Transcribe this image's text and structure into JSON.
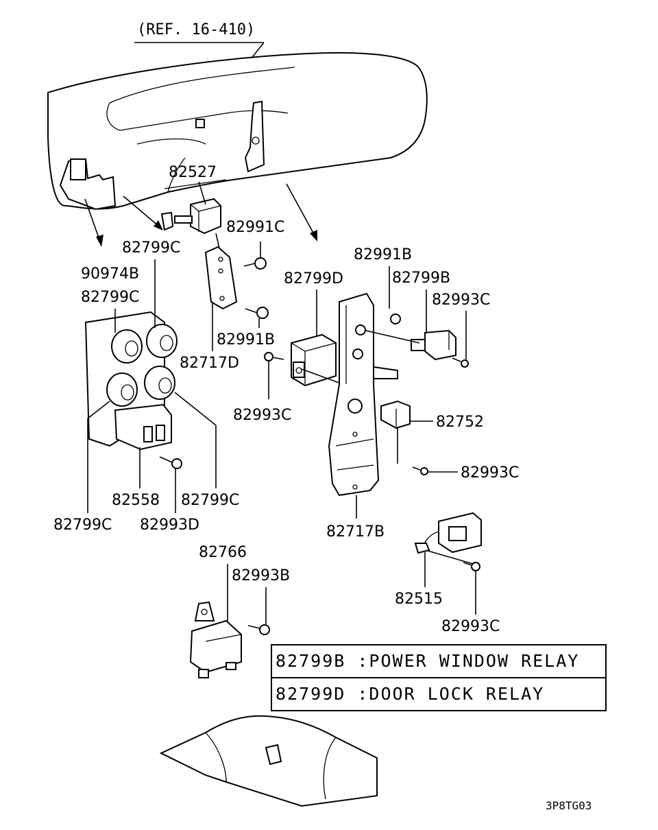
{
  "reference": "(REF. 16-410)",
  "part_numbers": {
    "p82527": "82527",
    "p82991C": "82991C",
    "p82799C_top": "82799C",
    "p90974B": "90974B",
    "p82799C_second": "82799C",
    "p82991B_left": "82991B",
    "p82717D": "82717D",
    "p82799D": "82799D",
    "p82991B_right": "82991B",
    "p82799B": "82799B",
    "p82993C_right": "82993C",
    "p82993C_mid": "82993C",
    "p82752": "82752",
    "p82993C_lowright": "82993C",
    "p82558": "82558",
    "p82799C_lower": "82799C",
    "p82799C_bottom": "82799C",
    "p82993D": "82993D",
    "p82717B": "82717B",
    "p82766": "82766",
    "p82993B": "82993B",
    "p82515": "82515",
    "p82993C_bottom": "82993C"
  },
  "legend": {
    "row1": "82799B :POWER WINDOW RELAY",
    "row2": "82799D :DOOR LOCK RELAY"
  },
  "diagram_code": "3P8TG03"
}
